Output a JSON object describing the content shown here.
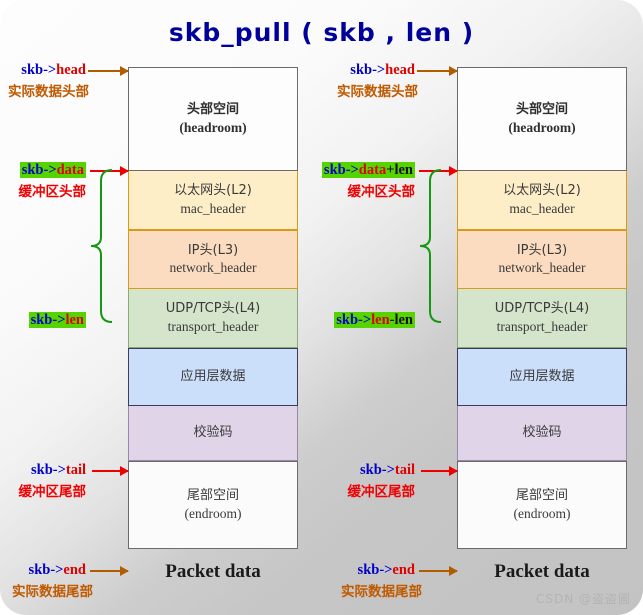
{
  "title": "skb_pull ( skb , len )",
  "watermark": "CSDN @盗盗圃",
  "packet_caption": "Packet data",
  "segments": [
    {
      "id": "headroom",
      "cn": "头部空间",
      "en": "(headroom)",
      "color": "#fdfdfd"
    },
    {
      "id": "mac",
      "cn": "以太网头(L2)",
      "en": "mac_header",
      "color": "#fdeec8"
    },
    {
      "id": "network",
      "cn": "IP头(L3)",
      "en": "network_header",
      "color": "#fcdcc0"
    },
    {
      "id": "transport",
      "cn": "UDP/TCP头(L4)",
      "en": "transport_header",
      "color": "#d4e5cc"
    },
    {
      "id": "app",
      "cn": "应用层数据",
      "en": "",
      "color": "#ccdffa"
    },
    {
      "id": "checksum",
      "cn": "校验码",
      "en": "",
      "color": "#e0d4e8"
    },
    {
      "id": "endroom",
      "cn": "尾部空间",
      "en": "(endroom)",
      "color": "#fbfbfb"
    }
  ],
  "left_pointers": {
    "head": {
      "code_blue": "skb->",
      "code_red": "head",
      "code_black": "",
      "cn": "实际数据头部",
      "cn_color": "orange",
      "highlight": false,
      "arrow_color": "orange"
    },
    "data": {
      "code_blue": "skb->",
      "code_red": "data",
      "code_black": "",
      "cn": "缓冲区头部",
      "cn_color": "red",
      "highlight": true,
      "arrow_color": "red"
    },
    "len": {
      "code_blue": "skb->",
      "code_red": "len",
      "code_black": "",
      "cn": "",
      "cn_color": "red",
      "highlight": true,
      "arrow_color": "none"
    },
    "tail": {
      "code_blue": "skb->",
      "code_red": "tail",
      "code_black": "",
      "cn": "缓冲区尾部",
      "cn_color": "red",
      "highlight": false,
      "arrow_color": "red"
    },
    "end": {
      "code_blue": "skb->",
      "code_red": "end",
      "code_black": "",
      "cn": "实际数据尾部",
      "cn_color": "orange",
      "highlight": false,
      "arrow_color": "orange"
    }
  },
  "right_pointers": {
    "head": {
      "code_blue": "skb->",
      "code_red": "head",
      "code_black": "",
      "cn": "实际数据头部",
      "cn_color": "orange",
      "highlight": false,
      "arrow_color": "orange"
    },
    "data": {
      "code_blue": "skb->",
      "code_red": "data",
      "code_black": "+len",
      "cn": "缓冲区头部",
      "cn_color": "red",
      "highlight": true,
      "arrow_color": "red"
    },
    "len": {
      "code_blue": "skb->",
      "code_red": "len",
      "code_black": "-len",
      "cn": "",
      "cn_color": "red",
      "highlight": true,
      "arrow_color": "none"
    },
    "tail": {
      "code_blue": "skb->",
      "code_red": "tail",
      "code_black": "",
      "cn": "缓冲区尾部",
      "cn_color": "red",
      "highlight": false,
      "arrow_color": "red"
    },
    "end": {
      "code_blue": "skb->",
      "code_red": "end",
      "code_black": "",
      "cn": "实际数据尾部",
      "cn_color": "orange",
      "highlight": false,
      "arrow_color": "orange"
    }
  },
  "colors": {
    "title": "#00009a",
    "highlight": "#55d400",
    "code_blue": "#0000c8",
    "code_red": "#e00000",
    "arrow_orange": "#b25c00",
    "arrow_red": "#ee0000",
    "brace_green": "#119911"
  }
}
